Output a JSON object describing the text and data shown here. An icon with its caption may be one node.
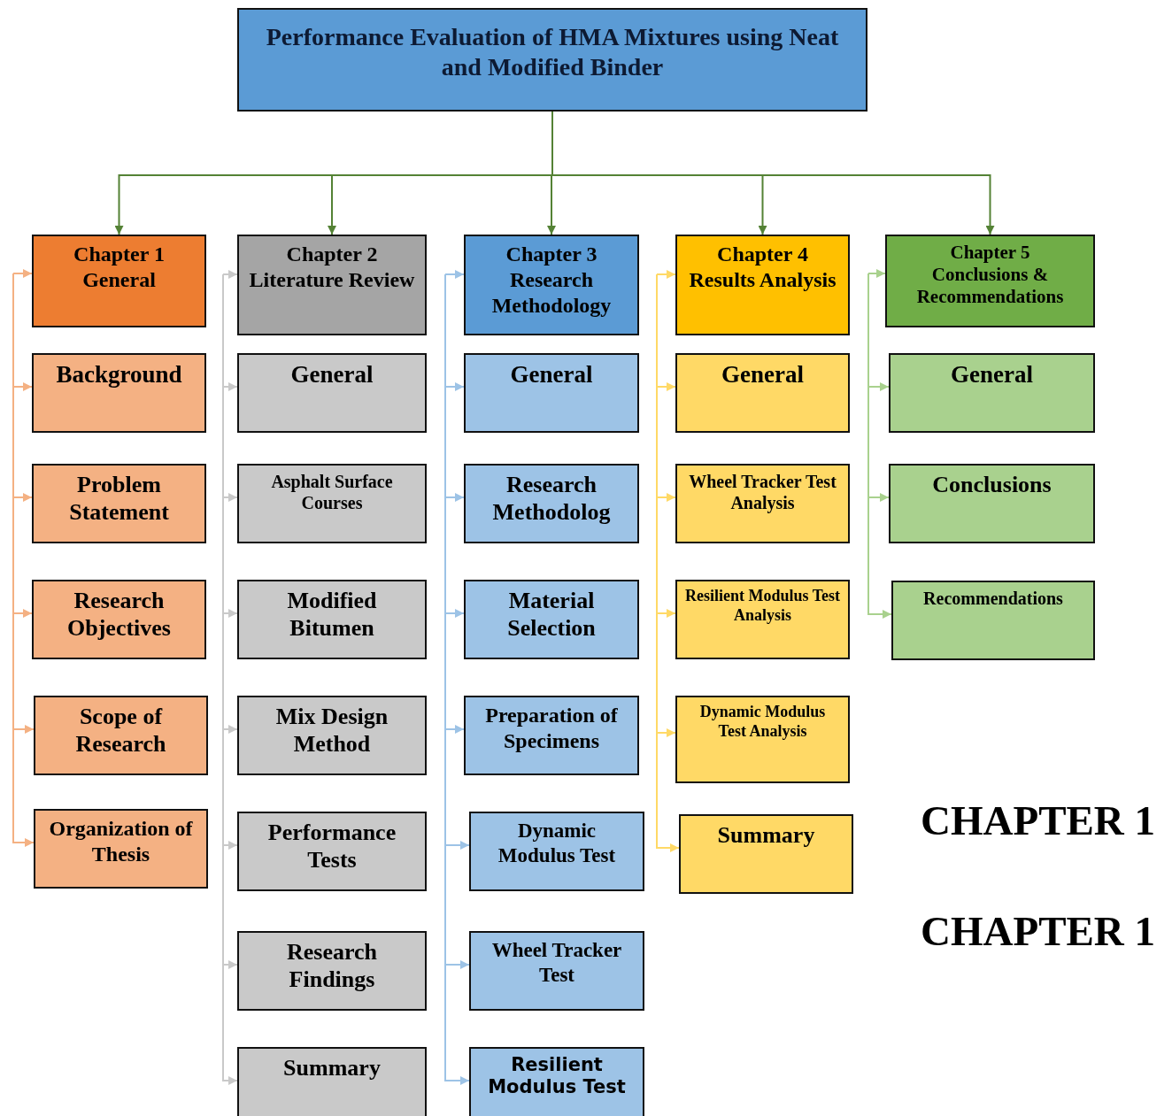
{
  "diagram": {
    "nodes": [
      {
        "text": [
          "Performance Evaluation of HMA Mixtures using Neat and Modified Binder"
        ]
      },
      {
        "text": [
          "Chapter 1",
          "General"
        ]
      },
      {
        "text": [
          "Background"
        ]
      },
      {
        "text": [
          "Problem Statement"
        ]
      },
      {
        "text": [
          "Research Objectives"
        ]
      },
      {
        "text": [
          "Scope of Research"
        ]
      },
      {
        "text": [
          "Organization of Thesis"
        ]
      },
      {
        "text": [
          "Chapter 2",
          "Literature Review"
        ]
      },
      {
        "text": [
          "General"
        ]
      },
      {
        "text": [
          "Asphalt Surface Courses"
        ]
      },
      {
        "text": [
          "Modified Bitumen"
        ]
      },
      {
        "text": [
          "Mix Design Method"
        ]
      },
      {
        "text": [
          "Performance Tests"
        ]
      },
      {
        "text": [
          "Research Findings"
        ]
      },
      {
        "text": [
          "Summary"
        ]
      },
      {
        "text": [
          "Chapter 3",
          "Research Methodology"
        ]
      },
      {
        "text": [
          "General"
        ]
      },
      {
        "text": [
          "Research Methodolog"
        ]
      },
      {
        "text": [
          "Material Selection"
        ]
      },
      {
        "text": [
          "Preparation of Specimens"
        ]
      },
      {
        "text": [
          "Dynamic Modulus Test"
        ]
      },
      {
        "text": [
          "Wheel Tracker Test"
        ]
      },
      {
        "text": [
          "Resilient Modulus Test"
        ]
      },
      {
        "text": [
          "Chapter 4",
          "Results Analysis"
        ]
      },
      {
        "text": [
          "General"
        ]
      },
      {
        "text": [
          "Wheel Tracker Test Analysis"
        ]
      },
      {
        "text": [
          "Resilient Modulus Test Analysis"
        ]
      },
      {
        "text": [
          "Dynamic Modulus Test Analysis"
        ]
      },
      {
        "text": [
          "Summary"
        ]
      },
      {
        "text": [
          "Chapter 5",
          "Conclusions & Recommendations"
        ]
      },
      {
        "text": [
          "General"
        ]
      },
      {
        "text": [
          "Conclusions"
        ]
      },
      {
        "text": [
          "Recommendations"
        ]
      }
    ],
    "edges": [
      {
        "from": 0,
        "to": 1,
        "arrow": "to",
        "color": "#548235"
      },
      {
        "from": 0,
        "to": 7,
        "arrow": "to",
        "color": "#548235"
      },
      {
        "from": 0,
        "to": 15,
        "arrow": "to",
        "color": "#548235"
      },
      {
        "from": 0,
        "to": 23,
        "arrow": "to",
        "color": "#548235"
      },
      {
        "from": 0,
        "to": 29,
        "arrow": "to",
        "color": "#548235"
      },
      {
        "from": null,
        "to": 1,
        "arrow": "to",
        "color": "#f4b183"
      },
      {
        "from": null,
        "to": 2,
        "arrow": "to",
        "color": "#f4b183"
      },
      {
        "from": null,
        "to": 3,
        "arrow": "to",
        "color": "#f4b183"
      },
      {
        "from": null,
        "to": 4,
        "arrow": "to",
        "color": "#f4b183"
      },
      {
        "from": null,
        "to": 5,
        "arrow": "to",
        "color": "#f4b183"
      },
      {
        "from": null,
        "to": 6,
        "arrow": "to",
        "color": "#f4b183"
      },
      {
        "from": null,
        "to": 7,
        "arrow": "to",
        "color": "#c9c9c9"
      },
      {
        "from": null,
        "to": 8,
        "arrow": "to",
        "color": "#c9c9c9"
      },
      {
        "from": null,
        "to": 9,
        "arrow": "to",
        "color": "#c9c9c9"
      },
      {
        "from": null,
        "to": 10,
        "arrow": "to",
        "color": "#c9c9c9"
      },
      {
        "from": null,
        "to": 11,
        "arrow": "to",
        "color": "#c9c9c9"
      },
      {
        "from": null,
        "to": 12,
        "arrow": "to",
        "color": "#c9c9c9"
      },
      {
        "from": null,
        "to": 13,
        "arrow": "to",
        "color": "#c9c9c9"
      },
      {
        "from": null,
        "to": 14,
        "arrow": "to",
        "color": "#c9c9c9"
      },
      {
        "from": null,
        "to": 15,
        "arrow": "to",
        "color": "#9dc3e6"
      },
      {
        "from": null,
        "to": 16,
        "arrow": "to",
        "color": "#9dc3e6"
      },
      {
        "from": null,
        "to": 17,
        "arrow": "to",
        "color": "#9dc3e6"
      },
      {
        "from": null,
        "to": 18,
        "arrow": "to",
        "color": "#9dc3e6"
      },
      {
        "from": null,
        "to": 19,
        "arrow": "to",
        "color": "#9dc3e6"
      },
      {
        "from": null,
        "to": 20,
        "arrow": "to",
        "color": "#9dc3e6"
      },
      {
        "from": null,
        "to": 21,
        "arrow": "to",
        "color": "#9dc3e6"
      },
      {
        "from": null,
        "to": 22,
        "arrow": "to",
        "color": "#9dc3e6"
      },
      {
        "from": null,
        "to": 23,
        "arrow": "to",
        "color": "#ffd966"
      },
      {
        "from": null,
        "to": 24,
        "arrow": "to",
        "color": "#ffd966"
      },
      {
        "from": null,
        "to": 25,
        "arrow": "to",
        "color": "#ffd966"
      },
      {
        "from": null,
        "to": 26,
        "arrow": "to",
        "color": "#ffd966"
      },
      {
        "from": null,
        "to": 27,
        "arrow": "to",
        "color": "#ffd966"
      },
      {
        "from": null,
        "to": 28,
        "arrow": "to",
        "color": "#ffd966"
      },
      {
        "from": null,
        "to": 29,
        "arrow": "to",
        "color": "#a9d18e"
      },
      {
        "from": null,
        "to": 30,
        "arrow": "to",
        "color": "#a9d18e"
      },
      {
        "from": null,
        "to": 31,
        "arrow": "to",
        "color": "#a9d18e"
      },
      {
        "from": null,
        "to": 32,
        "arrow": "to",
        "color": "#a9d18e"
      }
    ],
    "labels": [
      "CHAPTER 1",
      "CHAPTER 1"
    ]
  }
}
